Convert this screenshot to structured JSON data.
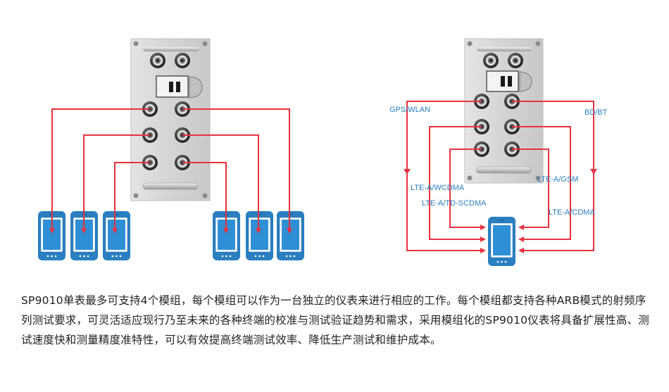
{
  "labels": {
    "gps_wlan": "GPS/WLAN",
    "bd_bt": "BD/BT",
    "lte_wcdma": "LTE-A/WCDMA",
    "lte_gsm": "LTE-A/GSM",
    "lte_tdscdma": "LTE-A/TD-SCDMA",
    "lte_cdma": "LTE-A/CDMA"
  },
  "caption": "SP9010单表最多可支持4个模组，每个模组可以作为一台独立的仪表来进行相应的工作。每个模组都支持各种ARB模式的射频序列测试要求，可灵活适应现行乃至未来的各种终端的校准与测试验证趋势和需求，采用模组化的SP9010仪表将具备扩展性高、测试速度快和测量精度准特性，可以有效提高终端测试效率、降低生产测试和维护成本。",
  "colors": {
    "line": "#e8323f",
    "phone": "#2a7fc0",
    "panel": "#dcdcdc"
  }
}
